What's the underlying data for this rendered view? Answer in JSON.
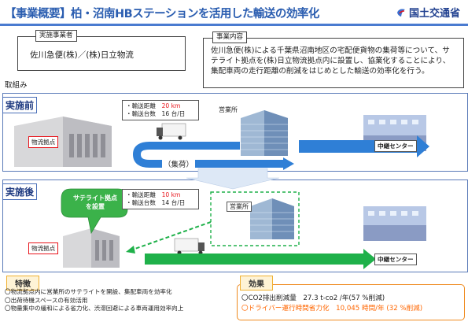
{
  "header": {
    "title": "【事業概要】柏・沼南HBステーションを活用した輸送の効率化",
    "ministry": "国土交通省"
  },
  "implementer": {
    "tab": "実施事業者",
    "value": "佐川急便(株)／(株)日立物流"
  },
  "content": {
    "tab": "事業内容",
    "text": "佐川急便(株)による千葉県沼南地区の宅配便貨物の集荷等について、サテライト拠点を(株)日立物流拠点内に設置し、協業化することにより、集配車両の走行距離の削減をはじめとした輸送の効率化を行う。"
  },
  "torikumi": "取組み",
  "before": {
    "label": "実施前",
    "spec_distance_label": "・輸送距離",
    "spec_distance_value": "20 km",
    "spec_count": "・輸送台数　16 台/日",
    "logistics": "物流拠点",
    "office": "営業所",
    "relay": "中継センター",
    "collection": "（集荷）"
  },
  "after": {
    "label": "実施後",
    "spec_distance_label": "・輸送距離",
    "spec_distance_value": "10 km",
    "spec_count": "・輸送台数　14 台/日",
    "satellite_line1": "サテライト拠点",
    "satellite_line2": "を設置",
    "logistics": "物流拠点",
    "office": "営業所",
    "relay": "中継センター"
  },
  "features": {
    "tab": "特徴",
    "items": [
      "〇物流拠点内に営業所のサテライトを開設、集配車両を効率化",
      "〇出荷待機スペースの有効活用",
      "〇物量集中の緩和による省力化、渋滞回避による車両運用効率向上"
    ]
  },
  "effects": {
    "tab": "効果",
    "co2_label": "〇CO2排出削減量",
    "co2_value": "27.3 t-co2 /年(57 %削減)",
    "driver_label": "〇ドライバー運行時間省力化",
    "driver_value": "10,045 時間/年 (32 %削減)"
  },
  "colors": {
    "title_blue": "#2a5db0",
    "red": "#e8141b",
    "orange": "#ff6600",
    "green": "#1fb14a",
    "arrow_blue": "#2f7fd6"
  }
}
